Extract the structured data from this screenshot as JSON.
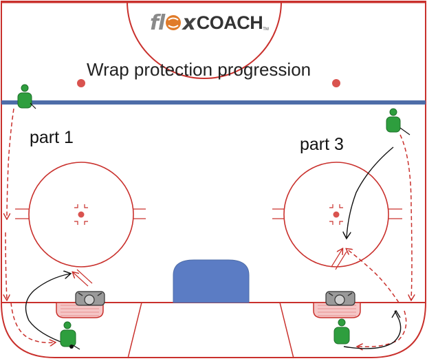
{
  "logo": {
    "part_a": "fl",
    "part_b": "COACH",
    "tm": "TM"
  },
  "title": "Wrap protection progression",
  "labels": {
    "left": "part 1",
    "right": "part 3"
  },
  "colors": {
    "rink_line": "#c9302c",
    "blue_line": "#4e6da8",
    "crease": "#5b7cc4",
    "player": "#2e9e3e",
    "path": "#c9302c",
    "skate": "#111111"
  },
  "icons": {
    "player": "player-icon",
    "net": "goal-net-icon",
    "puck_carrier": "puck-carrier-icon"
  }
}
